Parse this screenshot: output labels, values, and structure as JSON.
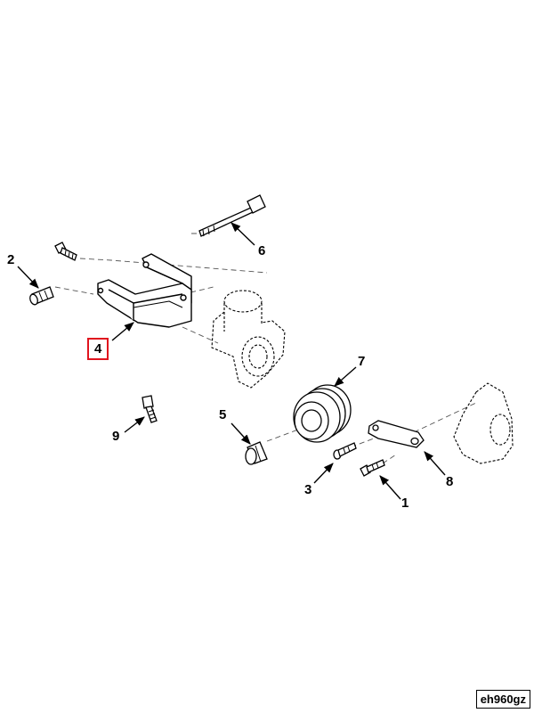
{
  "diagram": {
    "figure_id": "eh960gz",
    "callouts": [
      {
        "id": "c1",
        "label": "1"
      },
      {
        "id": "c2",
        "label": "2"
      },
      {
        "id": "c3",
        "label": "3"
      },
      {
        "id": "c4",
        "label": "4",
        "highlighted": true
      },
      {
        "id": "c5",
        "label": "5"
      },
      {
        "id": "c6",
        "label": "6"
      },
      {
        "id": "c7",
        "label": "7"
      },
      {
        "id": "c8",
        "label": "8"
      },
      {
        "id": "c9",
        "label": "9"
      }
    ],
    "colors": {
      "line": "#000000",
      "highlight": "#e0141e",
      "background": "#ffffff"
    }
  }
}
